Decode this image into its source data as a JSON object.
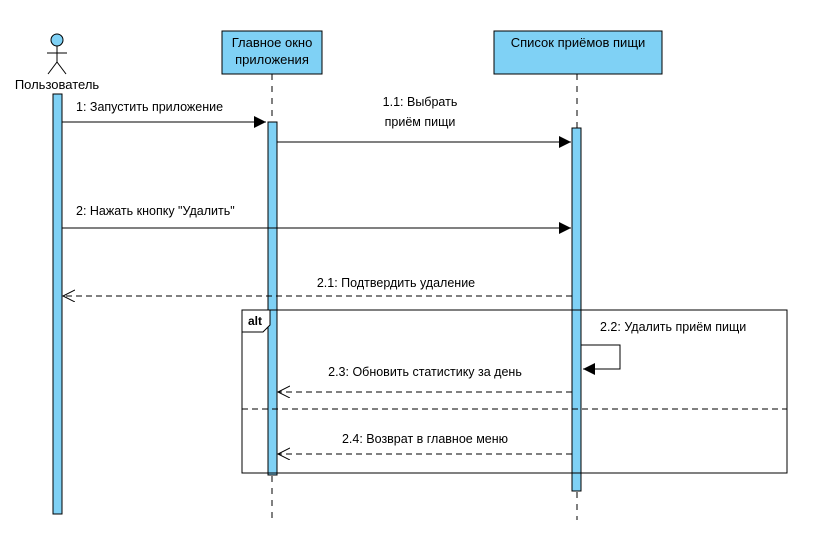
{
  "diagram": {
    "colors": {
      "lifeline_fill": "#7fd1f5",
      "stroke": "#000000",
      "background": "#ffffff"
    },
    "actor": {
      "label": "Пользователь",
      "icon": "stick-figure-actor-icon"
    },
    "objects": [
      {
        "line1": "Главное окно",
        "line2": "приложения"
      },
      {
        "line1": "Список приёмов пищи",
        "line2": ""
      }
    ],
    "messages": {
      "m1": "1: Запустить приложение",
      "m1_1_line1": "1.1: Выбрать",
      "m1_1_line2": "приём пищи",
      "m2": "2: Нажать кнопку \"Удалить\"",
      "m2_1": "2.1: Подтвердить удаление",
      "m2_2": "2.2: Удалить приём пищи",
      "m2_3": "2.3: Обновить статистику за день",
      "m2_4": "2.4: Возврат  в главное меню"
    },
    "fragment": {
      "operator": "alt"
    }
  }
}
